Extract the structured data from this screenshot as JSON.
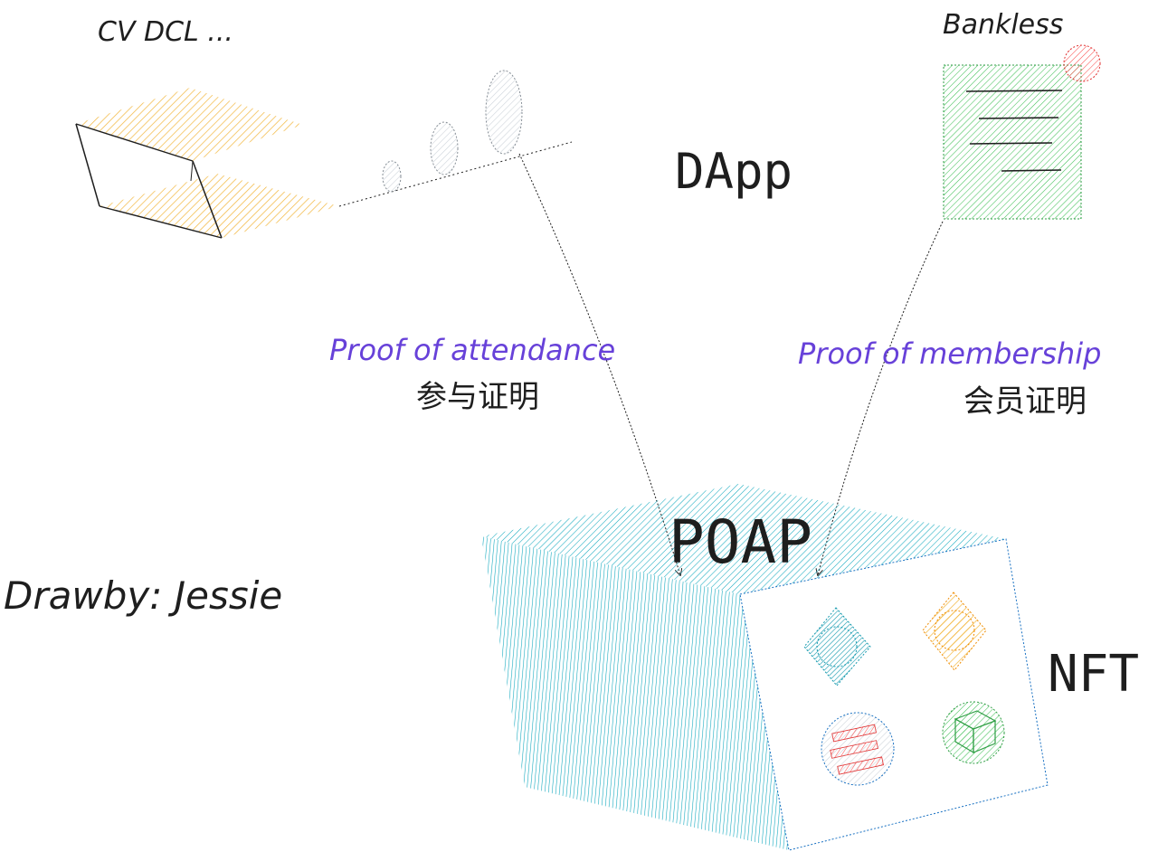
{
  "labels": {
    "cv_dcl": "CV DCL ...",
    "bankless": "Bankless",
    "dapp": "DApp",
    "proof_attendance": "Proof of attendance",
    "proof_attendance_cn": "参与证明",
    "proof_membership": "Proof of membership",
    "proof_membership_cn": "会员证明",
    "poap": "POAP",
    "nft": "NFT",
    "drawby": "Drawby: Jessie"
  },
  "colors": {
    "orange": "#f2b63c",
    "green": "#4caf50",
    "red": "#e03131",
    "teal": "#15aabf",
    "gray": "#adb5bd",
    "purple": "#6741d9",
    "ink": "#1e1e1e",
    "blue": "#1971c2"
  },
  "icons": {
    "dcl_world": "layered-platform-icon",
    "bankless_doc": "document-icon",
    "poap_box": "box-icon"
  }
}
